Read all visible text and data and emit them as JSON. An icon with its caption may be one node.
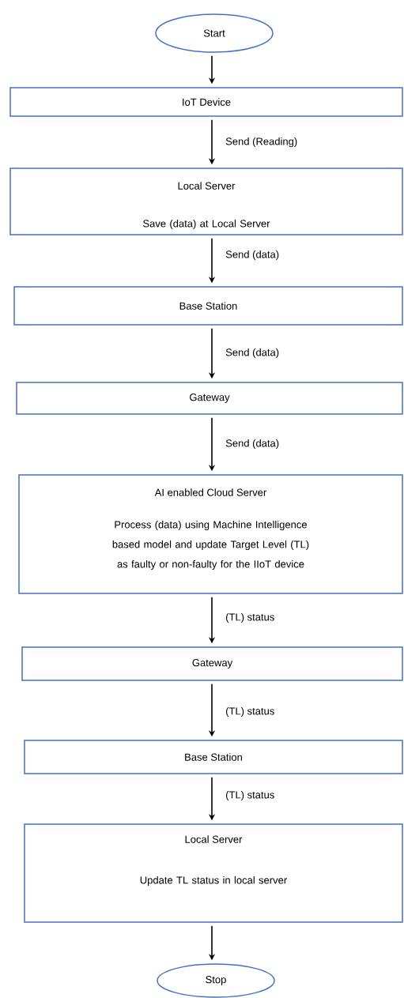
{
  "diagram": {
    "nodes": [
      {
        "text": [
          "Start"
        ]
      },
      {
        "text": [
          "IoT Device"
        ]
      },
      {
        "text": [
          "Local Server",
          "Save (data) at Local Server"
        ]
      },
      {
        "text": [
          "Base Station"
        ]
      },
      {
        "text": [
          "Gateway"
        ]
      },
      {
        "text": [
          "AI enabled Cloud Server",
          "Process (data) using Machine Intelligence based model and update Target Level (TL) as faulty or non-faulty for the IIoT device"
        ]
      },
      {
        "text": [
          "Gateway"
        ]
      },
      {
        "text": [
          "Base Station"
        ]
      },
      {
        "text": [
          "Local Server",
          "Update TL status in local server"
        ]
      },
      {
        "text": [
          "Stop"
        ]
      }
    ],
    "edges": [
      {
        "from": 0,
        "to": 1,
        "arrow": "to"
      },
      {
        "from": 1,
        "to": 2,
        "arrow": "to",
        "label": "Send (Reading)"
      },
      {
        "from": 2,
        "to": 3,
        "arrow": "to",
        "label": "Send (data)"
      },
      {
        "from": 3,
        "to": 4,
        "arrow": "to",
        "label": "Send (data)"
      },
      {
        "from": 4,
        "to": 5,
        "arrow": "to",
        "label": "Send (data)"
      },
      {
        "from": 5,
        "to": 6,
        "arrow": "to",
        "label": "(TL) status"
      },
      {
        "from": 6,
        "to": 7,
        "arrow": "to",
        "label": "(TL) status"
      },
      {
        "from": 7,
        "to": 8,
        "arrow": "to",
        "label": "(TL) status"
      },
      {
        "from": 8,
        "to": 9,
        "arrow": "to"
      }
    ]
  }
}
